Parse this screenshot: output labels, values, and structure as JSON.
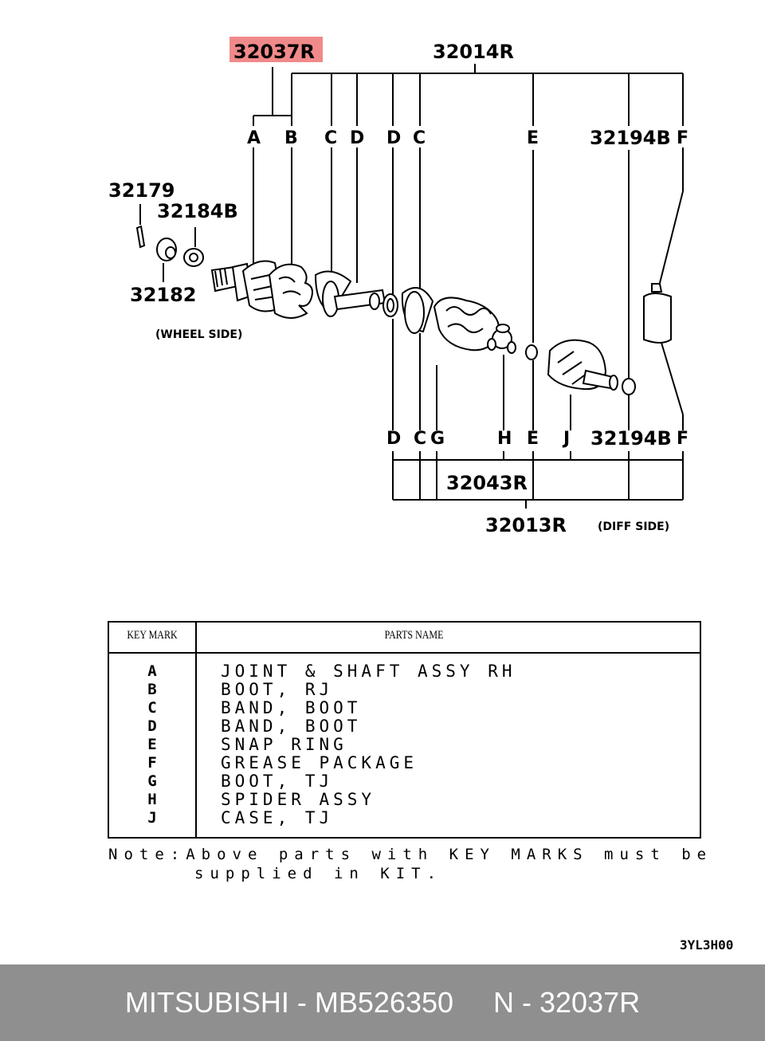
{
  "diagram": {
    "highlight_part": "32037R",
    "highlight_color": "#f08a8a",
    "labels": {
      "p32014R": "32014R",
      "p32179": "32179",
      "p32184B": "32184B",
      "p32182": "32182",
      "p32194B_top": "32194B",
      "p32194B_bottom": "32194B",
      "p32043R": "32043R",
      "p32013R": "32013R",
      "wheel_side": "(WHEEL SIDE)",
      "diff_side": "(DIFF SIDE)"
    },
    "top_keys": [
      "A",
      "B",
      "C",
      "D",
      "D",
      "C",
      "E",
      "F"
    ],
    "bottom_keys": [
      "D",
      "C",
      "G",
      "H",
      "E",
      "J",
      "F"
    ]
  },
  "table": {
    "header_key": "KEY MARK",
    "header_parts": "PARTS NAME",
    "rows": [
      {
        "key": "A",
        "name": "JOINT & SHAFT ASSY RH"
      },
      {
        "key": "B",
        "name": "BOOT, RJ"
      },
      {
        "key": "C",
        "name": "BAND, BOOT"
      },
      {
        "key": "D",
        "name": "BAND, BOOT"
      },
      {
        "key": "E",
        "name": "SNAP RING"
      },
      {
        "key": "F",
        "name": "GREASE PACKAGE"
      },
      {
        "key": "G",
        "name": "BOOT, TJ"
      },
      {
        "key": "H",
        "name": "SPIDER ASSY"
      },
      {
        "key": "J",
        "name": "CASE, TJ"
      }
    ]
  },
  "note": {
    "line1": "Note:Above parts with KEY MARKS must be",
    "line2": "supplied in KIT."
  },
  "diagram_code": "3YL3H00",
  "footer": {
    "text": "MITSUBISHI - MB526350     N - 32037R",
    "background": "#8f8f8f"
  }
}
